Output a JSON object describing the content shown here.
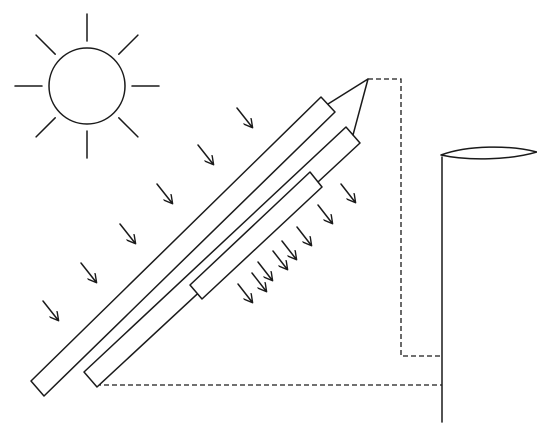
{
  "diagram": {
    "labels": [],
    "colors": {
      "ink": "#1a1a1a",
      "background": "#ffffff"
    },
    "components": {
      "sun": {
        "icon": "sun-icon",
        "ray_count": 8
      },
      "incoming_light_arrows": {
        "icon": "arrow-down-right-icon",
        "count": 6
      },
      "reflected_light_arrows": {
        "icon": "arrow-down-right-icon",
        "count": 8
      },
      "collector_panels": {
        "count": 2
      },
      "receiver_block": {
        "count": 1
      },
      "signal_lines": {
        "style": "dashed",
        "count": 2
      },
      "mast": {
        "icon": "antenna-dish-icon"
      }
    }
  }
}
